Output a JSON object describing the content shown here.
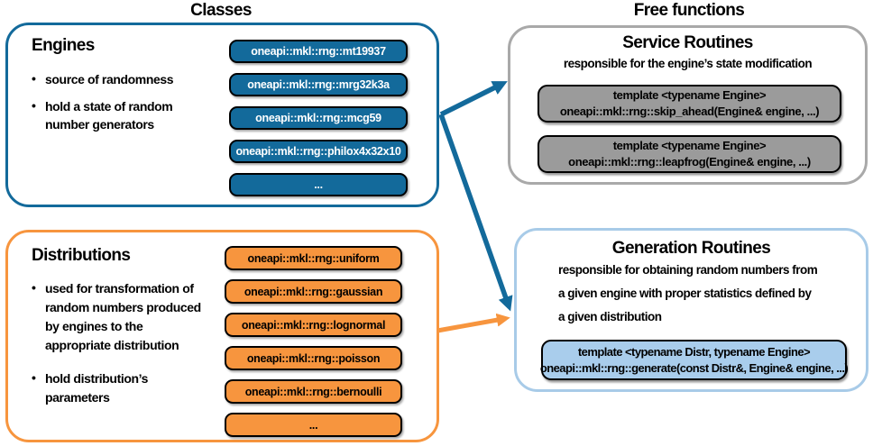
{
  "headers": {
    "classes": "Classes",
    "free_functions": "Free functions"
  },
  "engines": {
    "title": "Engines",
    "bullets": [
      "source of randomness",
      "hold a state of random number generators"
    ],
    "pills": [
      "oneapi::mkl::rng::mt19937",
      "oneapi::mkl::rng::mrg32k3a",
      "oneapi::mkl::rng::mcg59",
      "oneapi::mkl::rng::philox4x32x10",
      "..."
    ]
  },
  "distributions": {
    "title": "Distributions",
    "bullets": [
      "used for transformation of random numbers produced by engines to the appropriate distribution",
      "hold distribution’s parameters"
    ],
    "pills": [
      "oneapi::mkl::rng::uniform",
      "oneapi::mkl::rng::gaussian",
      "oneapi::mkl::rng::lognormal",
      "oneapi::mkl::rng::poisson",
      "oneapi::mkl::rng::bernoulli",
      "..."
    ]
  },
  "service_routines": {
    "title": "Service Routines",
    "subtitle": "responsible for the engine’s state modification",
    "pills": [
      {
        "line1": "template <typename Engine>",
        "line2": "oneapi::mkl::rng::skip_ahead(Engine& engine, ...)"
      },
      {
        "line1": "template <typename Engine>",
        "line2": "oneapi::mkl::rng::leapfrog(Engine& engine, ...)"
      }
    ]
  },
  "generation_routines": {
    "title": "Generation Routines",
    "subtitle_lines": [
      "responsible for obtaining random numbers from",
      "a given engine with proper statistics defined by",
      "a given distribution"
    ],
    "pills": [
      {
        "line1": "template <typename Distr, typename Engine>",
        "line2": "oneapi::mkl::rng::generate(const Distr&, Engine& engine, ...)"
      }
    ]
  },
  "colors": {
    "engine_blue": "#136A9B",
    "distribution_orange": "#F7953E",
    "service_gray_fill": "#9B9B9B",
    "service_gray_border": "#A9A9A9",
    "generation_blue_fill": "#A9CDEC",
    "generation_blue_border": "#A8CBE8"
  }
}
